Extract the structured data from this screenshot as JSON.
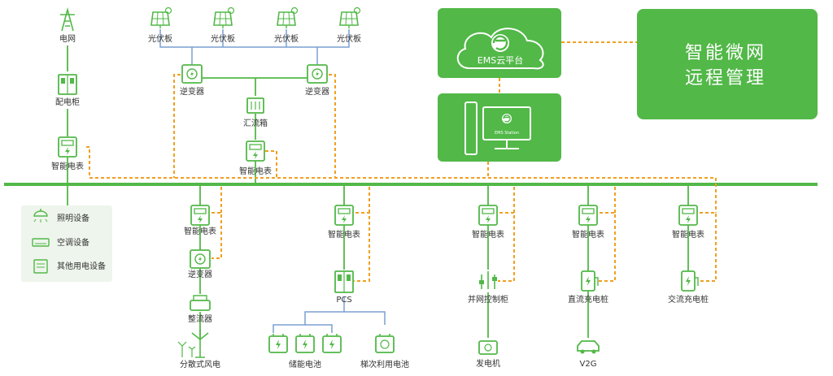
{
  "colors": {
    "green": "#52b848",
    "dark_green": "#3f9e37",
    "orange": "#f0a020",
    "blue": "#7a9fd0",
    "legend_bg": "#eef5ec",
    "text": "#333333"
  },
  "cloud": {
    "label": "EMS云平台"
  },
  "station": {
    "screen_label": "EMS Station"
  },
  "remote": {
    "line1": "智能微网",
    "line2": "远程管理"
  },
  "top": {
    "grid": "电网",
    "distribution_cabinet": "配电柜",
    "grid_meter": "智能电表",
    "pv_panels": [
      "光伏板",
      "光伏板",
      "光伏板",
      "光伏板"
    ],
    "inverters": [
      "逆变器",
      "逆变器"
    ],
    "combiner": "汇流箱",
    "combiner_meter": "智能电表"
  },
  "loads": [
    "照明设备",
    "空调设备",
    "其他用电设备"
  ],
  "branches": {
    "wind": {
      "meter": "智能电表",
      "inverter": "逆变器",
      "rectifier": "整流器",
      "source": "分散式风电"
    },
    "storage": {
      "meter": "智能电表",
      "pcs": "PCS",
      "battery": "储能电池",
      "second_life": "梯次利用电池"
    },
    "generator": {
      "meter": "智能电表",
      "cabinet": "并网控制柜",
      "source": "发电机"
    },
    "dc": {
      "meter": "智能电表",
      "pile": "直流充电桩",
      "v2g": "V2G"
    },
    "ac": {
      "meter": "智能电表",
      "pile": "交流充电桩"
    }
  }
}
